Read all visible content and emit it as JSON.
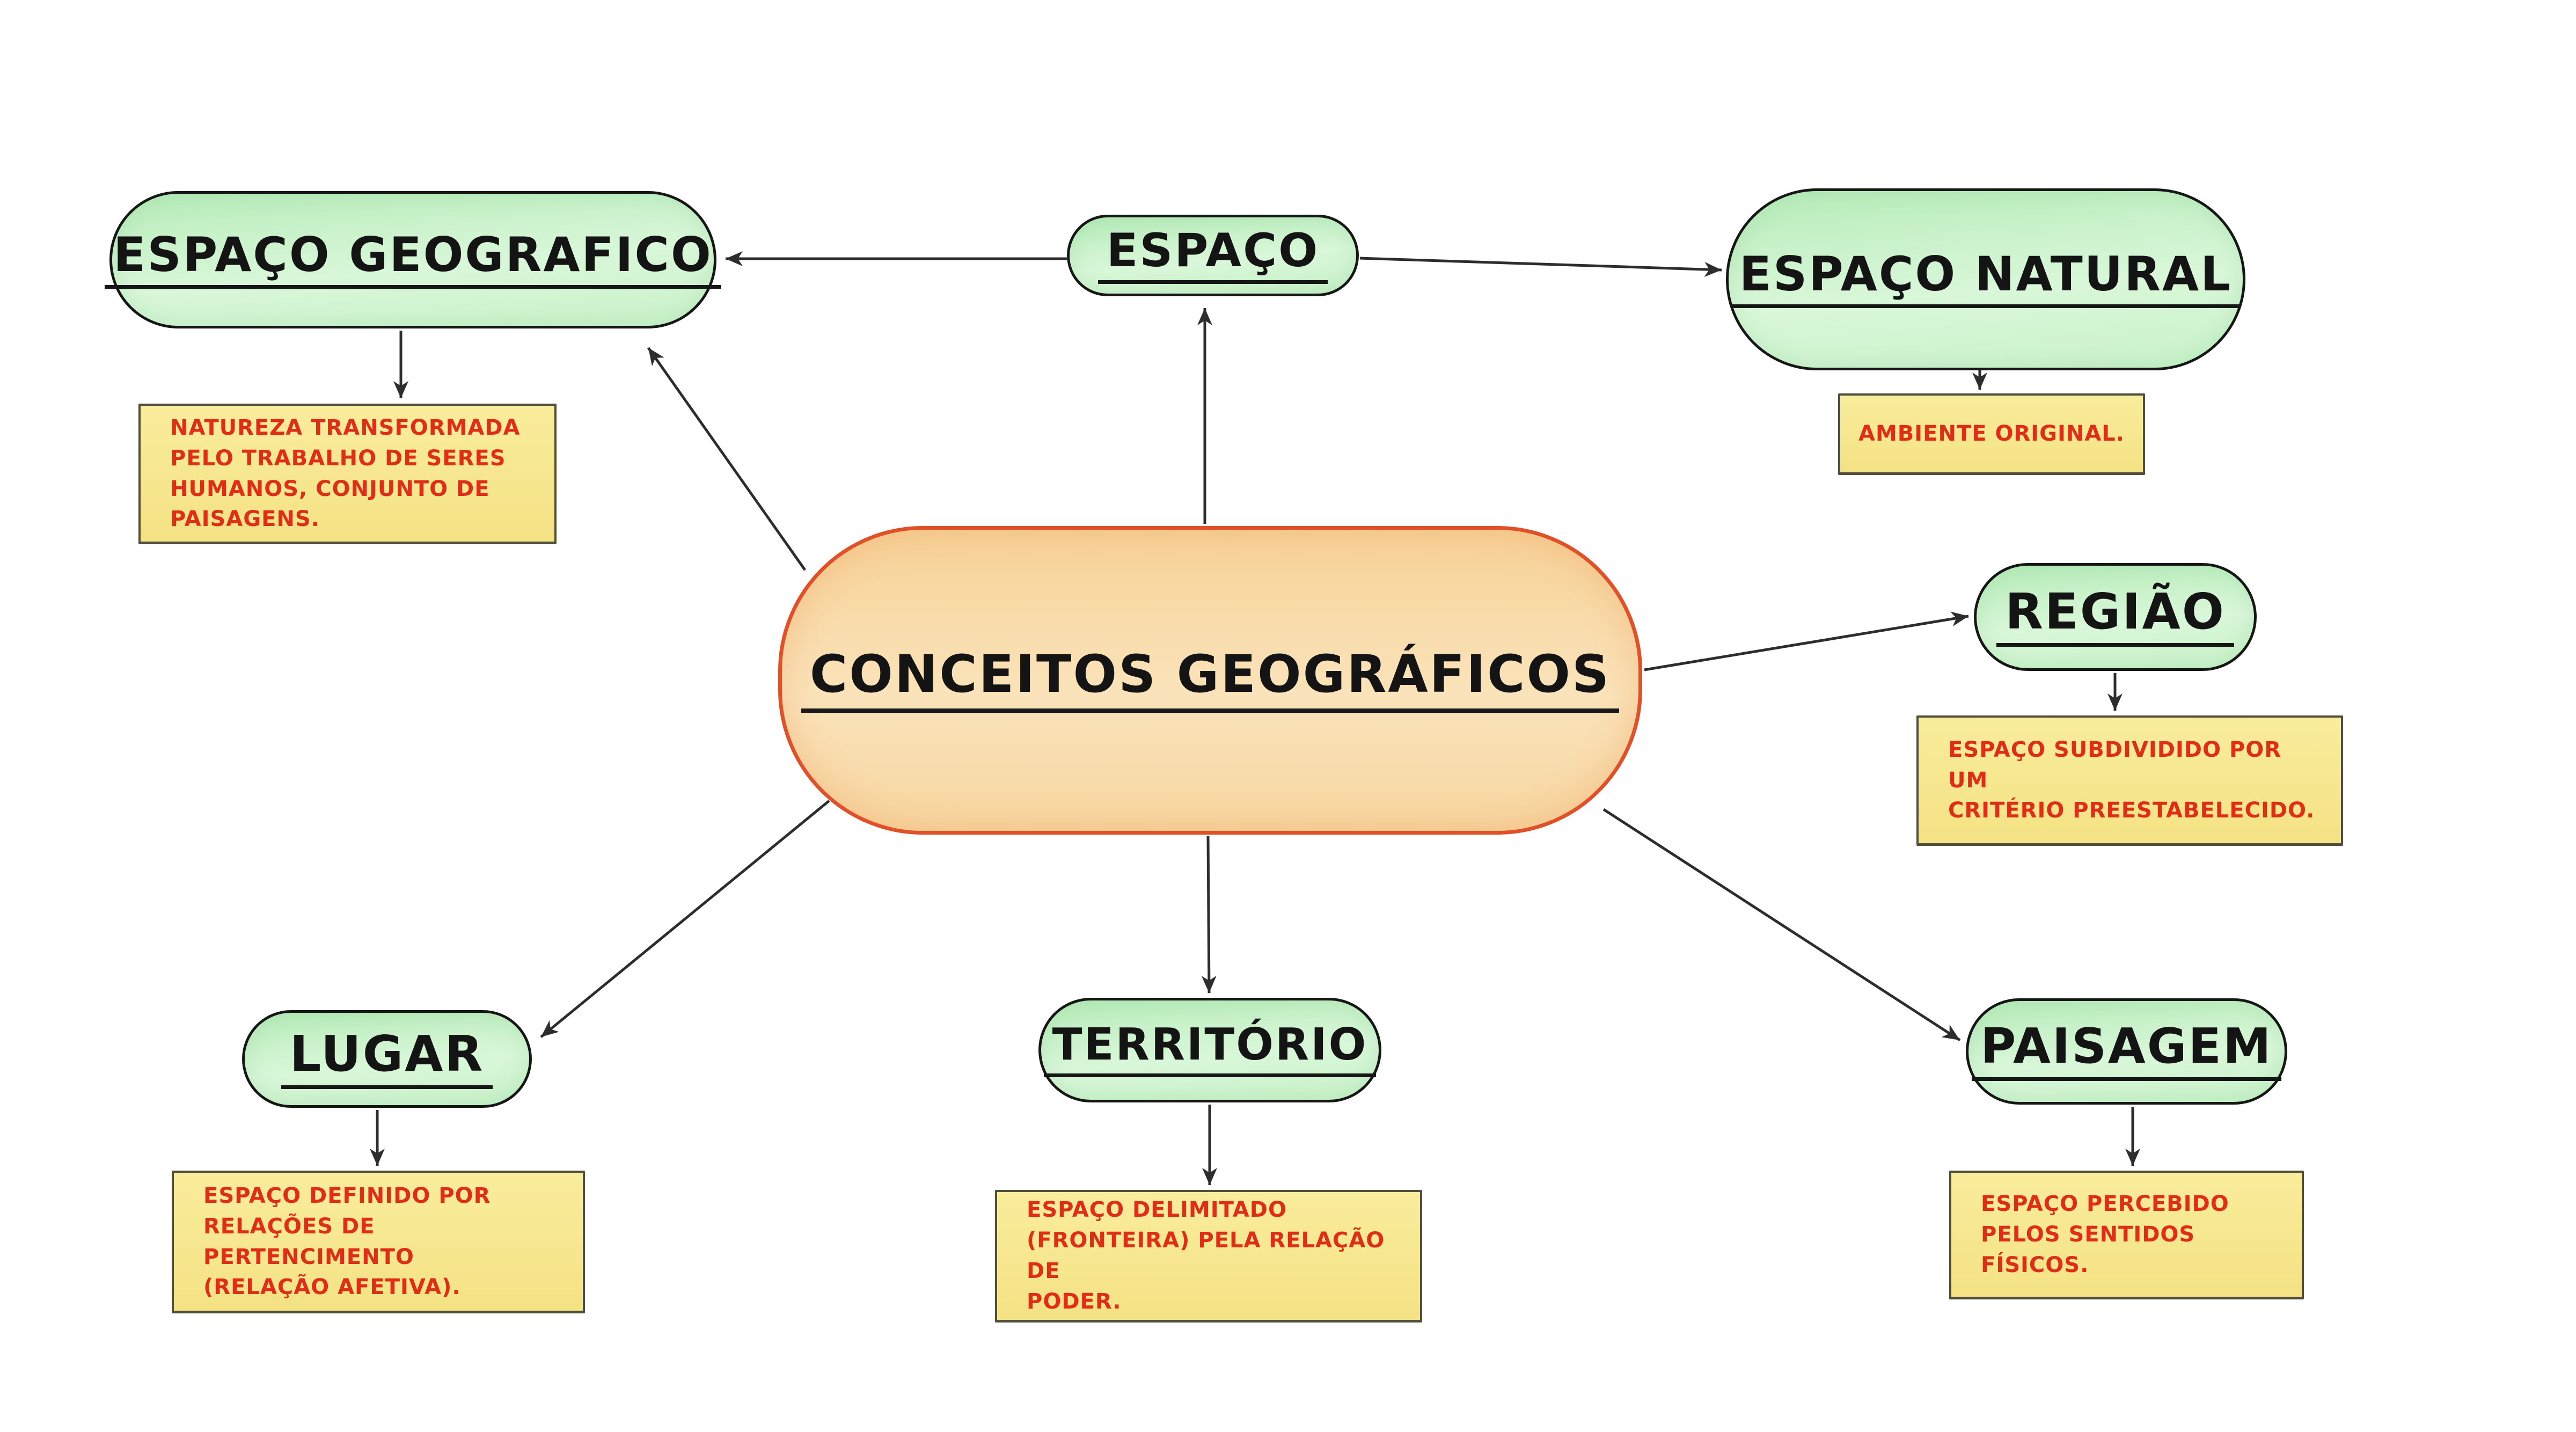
{
  "background": "#ffffff",
  "palette": {
    "node_fill_green": "#c9f2c9",
    "node_border": "#161616",
    "center_fill": "#f8d9a4",
    "center_border": "#e0512a",
    "note_fill": "#f8ea92",
    "note_border": "#4f4f3c",
    "note_text": "#e02d18",
    "arrow": "#2d2d2d",
    "label_text": "#141414"
  },
  "center": {
    "label": "CONCEITOS GEOGRÁFICOS"
  },
  "nodes": {
    "espaco": {
      "label": "ESPAÇO"
    },
    "espaco_geografico": {
      "label": "ESPAÇO GEOGRAFICO",
      "note": "NATUREZA TRANSFORMADA\nPELO TRABALHO DE SERES\nHUMANOS, CONJUNTO DE\nPAISAGENS."
    },
    "espaco_natural": {
      "label": "ESPAÇO NATURAL",
      "note": "AMBIENTE ORIGINAL."
    },
    "regiao": {
      "label": "REGIÃO",
      "note": "ESPAÇO SUBDIVIDIDO POR UM\nCRITÉRIO PREESTABELECIDO."
    },
    "lugar": {
      "label": "LUGAR",
      "note": "ESPAÇO DEFINIDO POR\nRELAÇÕES DE PERTENCIMENTO\n(RELAÇÃO AFETIVA)."
    },
    "territorio": {
      "label": "TERRITÓRIO",
      "note": "ESPAÇO DELIMITADO\n(FRONTEIRA) PELA RELAÇÃO DE\nPODER."
    },
    "paisagem": {
      "label": "PAISAGEM",
      "note": "ESPAÇO PERCEBIDO\nPELOS SENTIDOS FÍSICOS."
    }
  }
}
